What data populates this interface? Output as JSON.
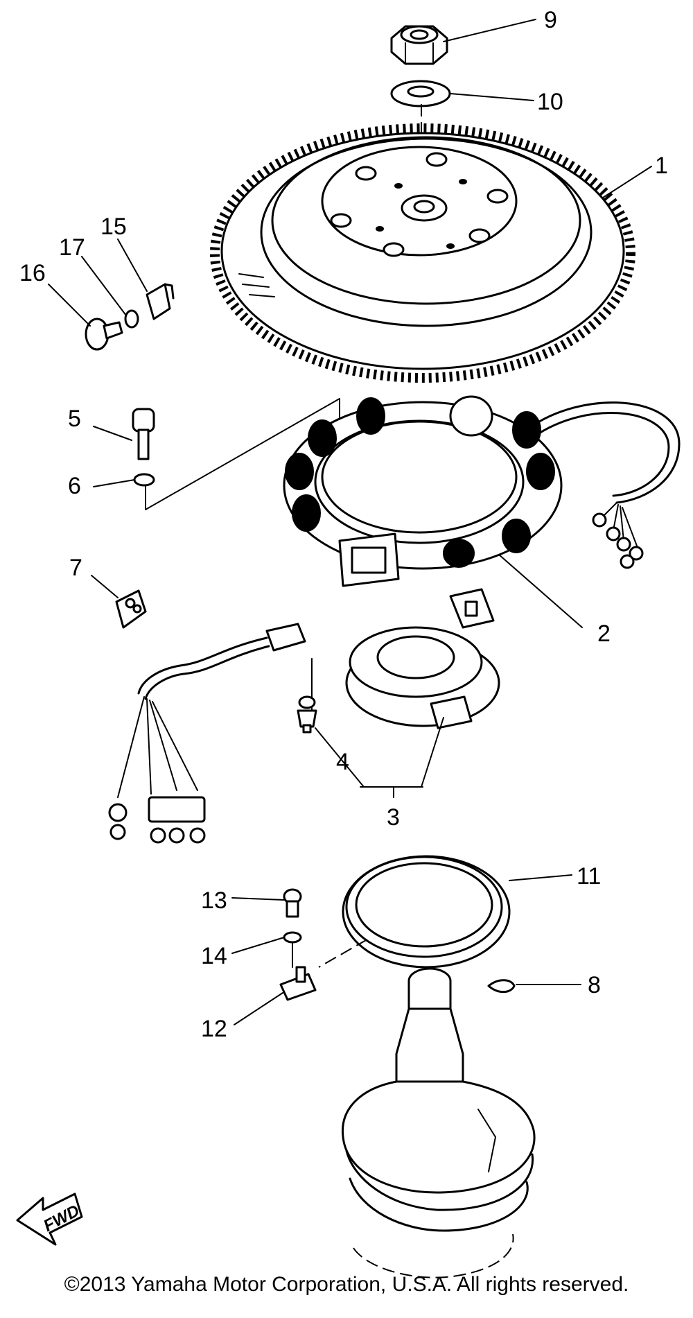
{
  "callouts": [
    {
      "id": "1",
      "text": "1"
    },
    {
      "id": "2",
      "text": "2"
    },
    {
      "id": "3",
      "text": "3"
    },
    {
      "id": "4",
      "text": "4"
    },
    {
      "id": "5",
      "text": "5"
    },
    {
      "id": "6",
      "text": "6"
    },
    {
      "id": "7",
      "text": "7"
    },
    {
      "id": "8",
      "text": "8"
    },
    {
      "id": "9",
      "text": "9"
    },
    {
      "id": "10",
      "text": "10"
    },
    {
      "id": "11",
      "text": "11"
    },
    {
      "id": "12",
      "text": "12"
    },
    {
      "id": "13",
      "text": "13"
    },
    {
      "id": "14",
      "text": "14"
    },
    {
      "id": "15",
      "text": "15"
    },
    {
      "id": "16",
      "text": "16"
    },
    {
      "id": "17",
      "text": "17"
    }
  ],
  "direction_label": "FWD",
  "copyright": "©2013 Yamaha Motor Corporation, U.S.A. All rights reserved."
}
